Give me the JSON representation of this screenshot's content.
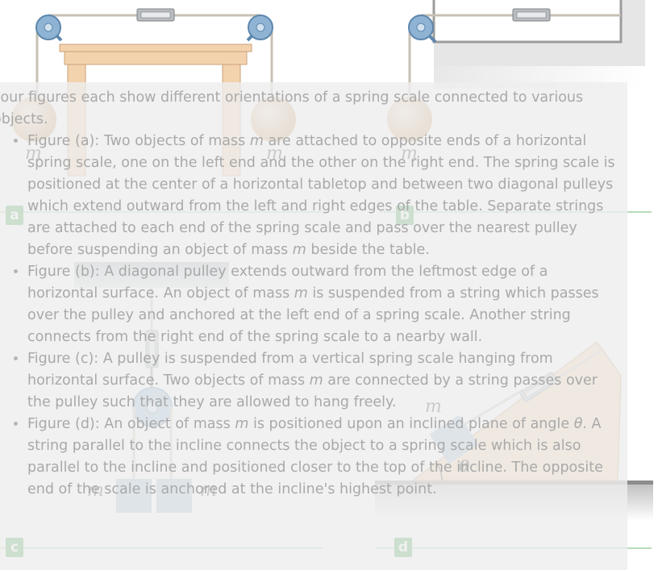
{
  "panel_labels": {
    "a": "a",
    "b": "b",
    "c": "c",
    "d": "d"
  },
  "mass_label": "m",
  "angle_label": "θ",
  "description": {
    "intro": "Four figures each show different orientations of a spring scale connected to various objects.",
    "items": [
      {
        "before": "Figure (a): Two objects of mass ",
        "var": "m",
        "after": " are attached to opposite ends of a horizontal spring scale, one on the left end and the other on the right end. The spring scale is positioned at the center of a horizontal tabletop and between two diagonal pulleys which extend outward from the left and right edges of the table. Separate strings are attached to each end of the spring scale and pass over the nearest pulley before suspending an object of mass ",
        "var2": "m",
        "after2": " beside the table."
      },
      {
        "before": "Figure (b): A diagonal pulley extends outward from the leftmost edge of a horizontal surface. An object of mass ",
        "var": "m",
        "after": " is suspended from a string which passes over the pulley and anchored at the left end of a spring scale. Another string connects from the right end of the spring scale to a nearby wall.",
        "var2": "",
        "after2": ""
      },
      {
        "before": "Figure (c): A pulley is suspended from a vertical spring scale hanging from horizontal surface. Two objects of mass ",
        "var": "m",
        "after": " are connected by a string passes over the pulley such that they are allowed to hang freely.",
        "var2": "",
        "after2": ""
      },
      {
        "before": "Figure (d): An object of mass ",
        "var": "m",
        "after": " is positioned upon an inclined plane of angle ",
        "var2": "θ",
        "after2": ". A string parallel to the incline connects the object to a spring scale which is also parallel to the incline and positioned closer to the top of the incline. The opposite end of the scale is anchored at the incline's highest point."
      }
    ]
  },
  "colors": {
    "table": "#f3d2ae",
    "table_edge": "#c9a27b",
    "ball": "#dcb48c",
    "pulley": "#8fb4d3",
    "block": "#9bb8d3",
    "scale": "#b8bcc0",
    "rope": "#c8c0b4",
    "label_green": "#3a9a45",
    "ceiling": "#c0c7cc"
  }
}
